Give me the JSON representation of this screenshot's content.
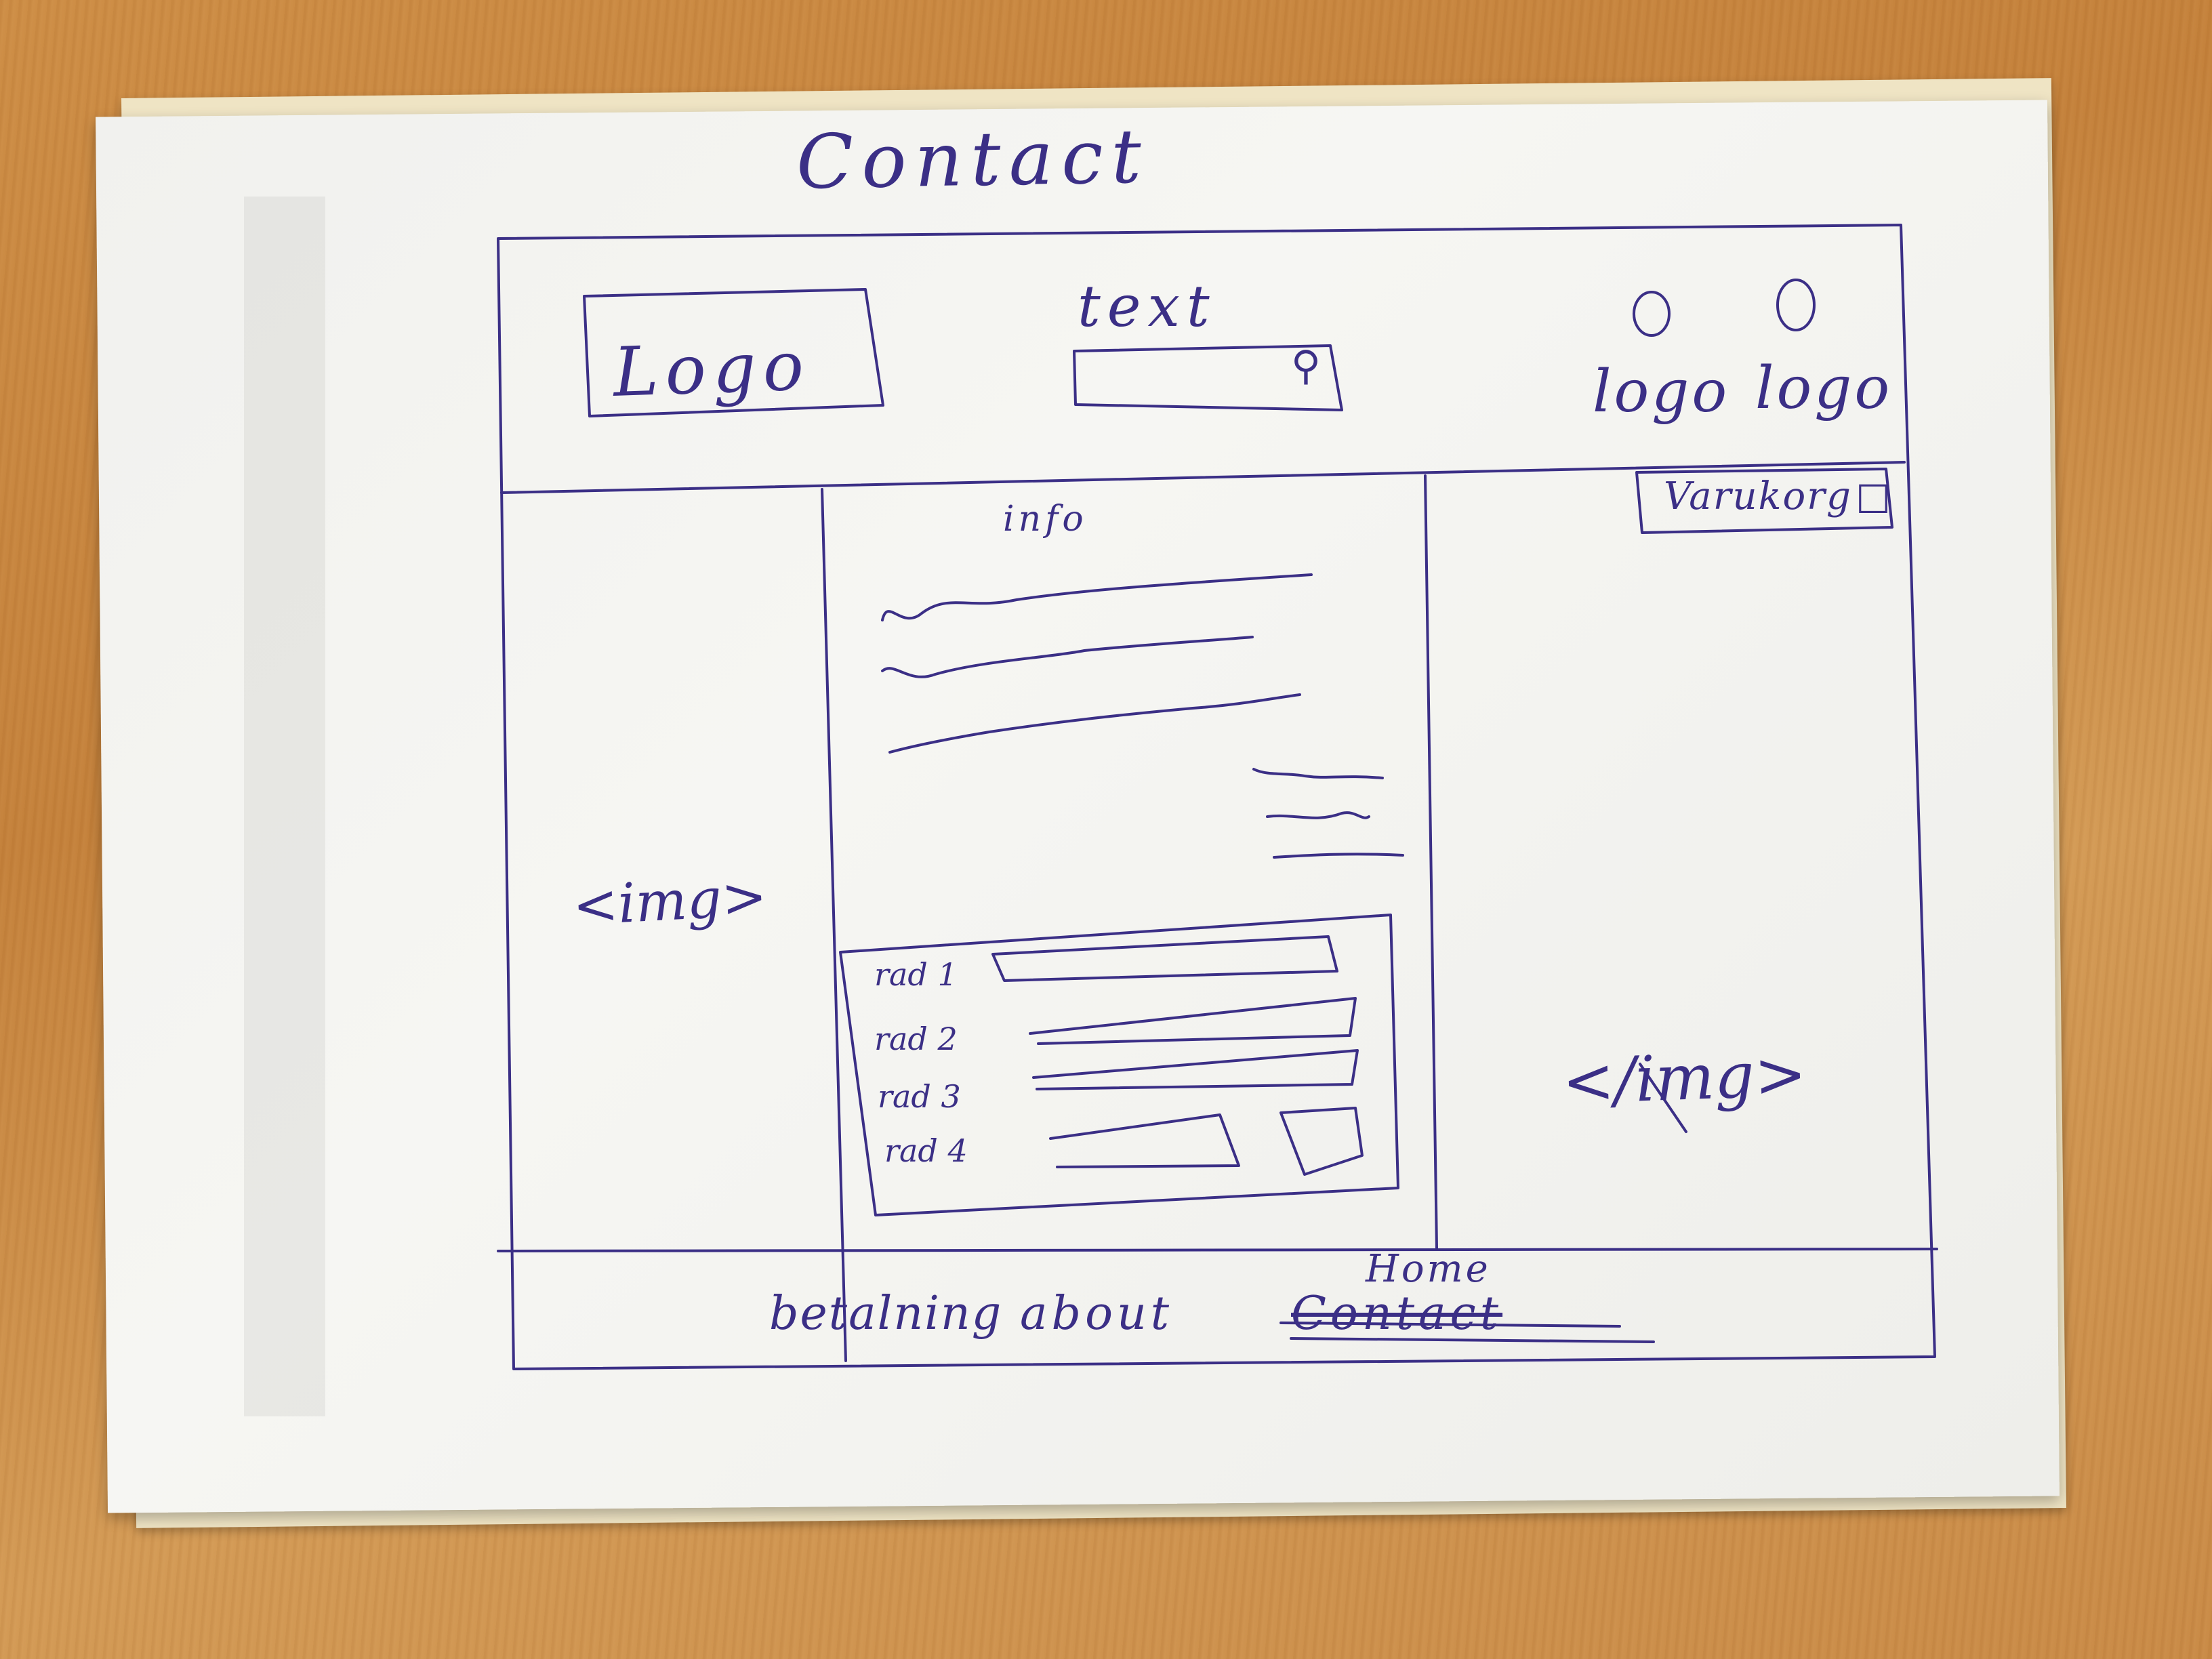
{
  "page": {
    "title": "Contact"
  },
  "header": {
    "logo_label": "Logo",
    "search_label": "text",
    "social": [
      {
        "label": "logo"
      },
      {
        "label": "logo"
      }
    ],
    "cart_label": "Varukorg"
  },
  "content": {
    "left_image": "<img>",
    "center_heading": "info",
    "right_image": "</img>",
    "form": {
      "rows": [
        {
          "label": "rad 1"
        },
        {
          "label": "rad 2"
        },
        {
          "label": "rad 3"
        },
        {
          "label": "rad 4"
        }
      ]
    }
  },
  "footer": {
    "links": [
      {
        "label": "betalning"
      },
      {
        "label": "about"
      }
    ],
    "struck_label": "Contact",
    "replacement_label": "Home"
  },
  "colors": {
    "ink": "#3b2f86",
    "paper": "#f3f3f0",
    "desk": "#c98a46"
  }
}
